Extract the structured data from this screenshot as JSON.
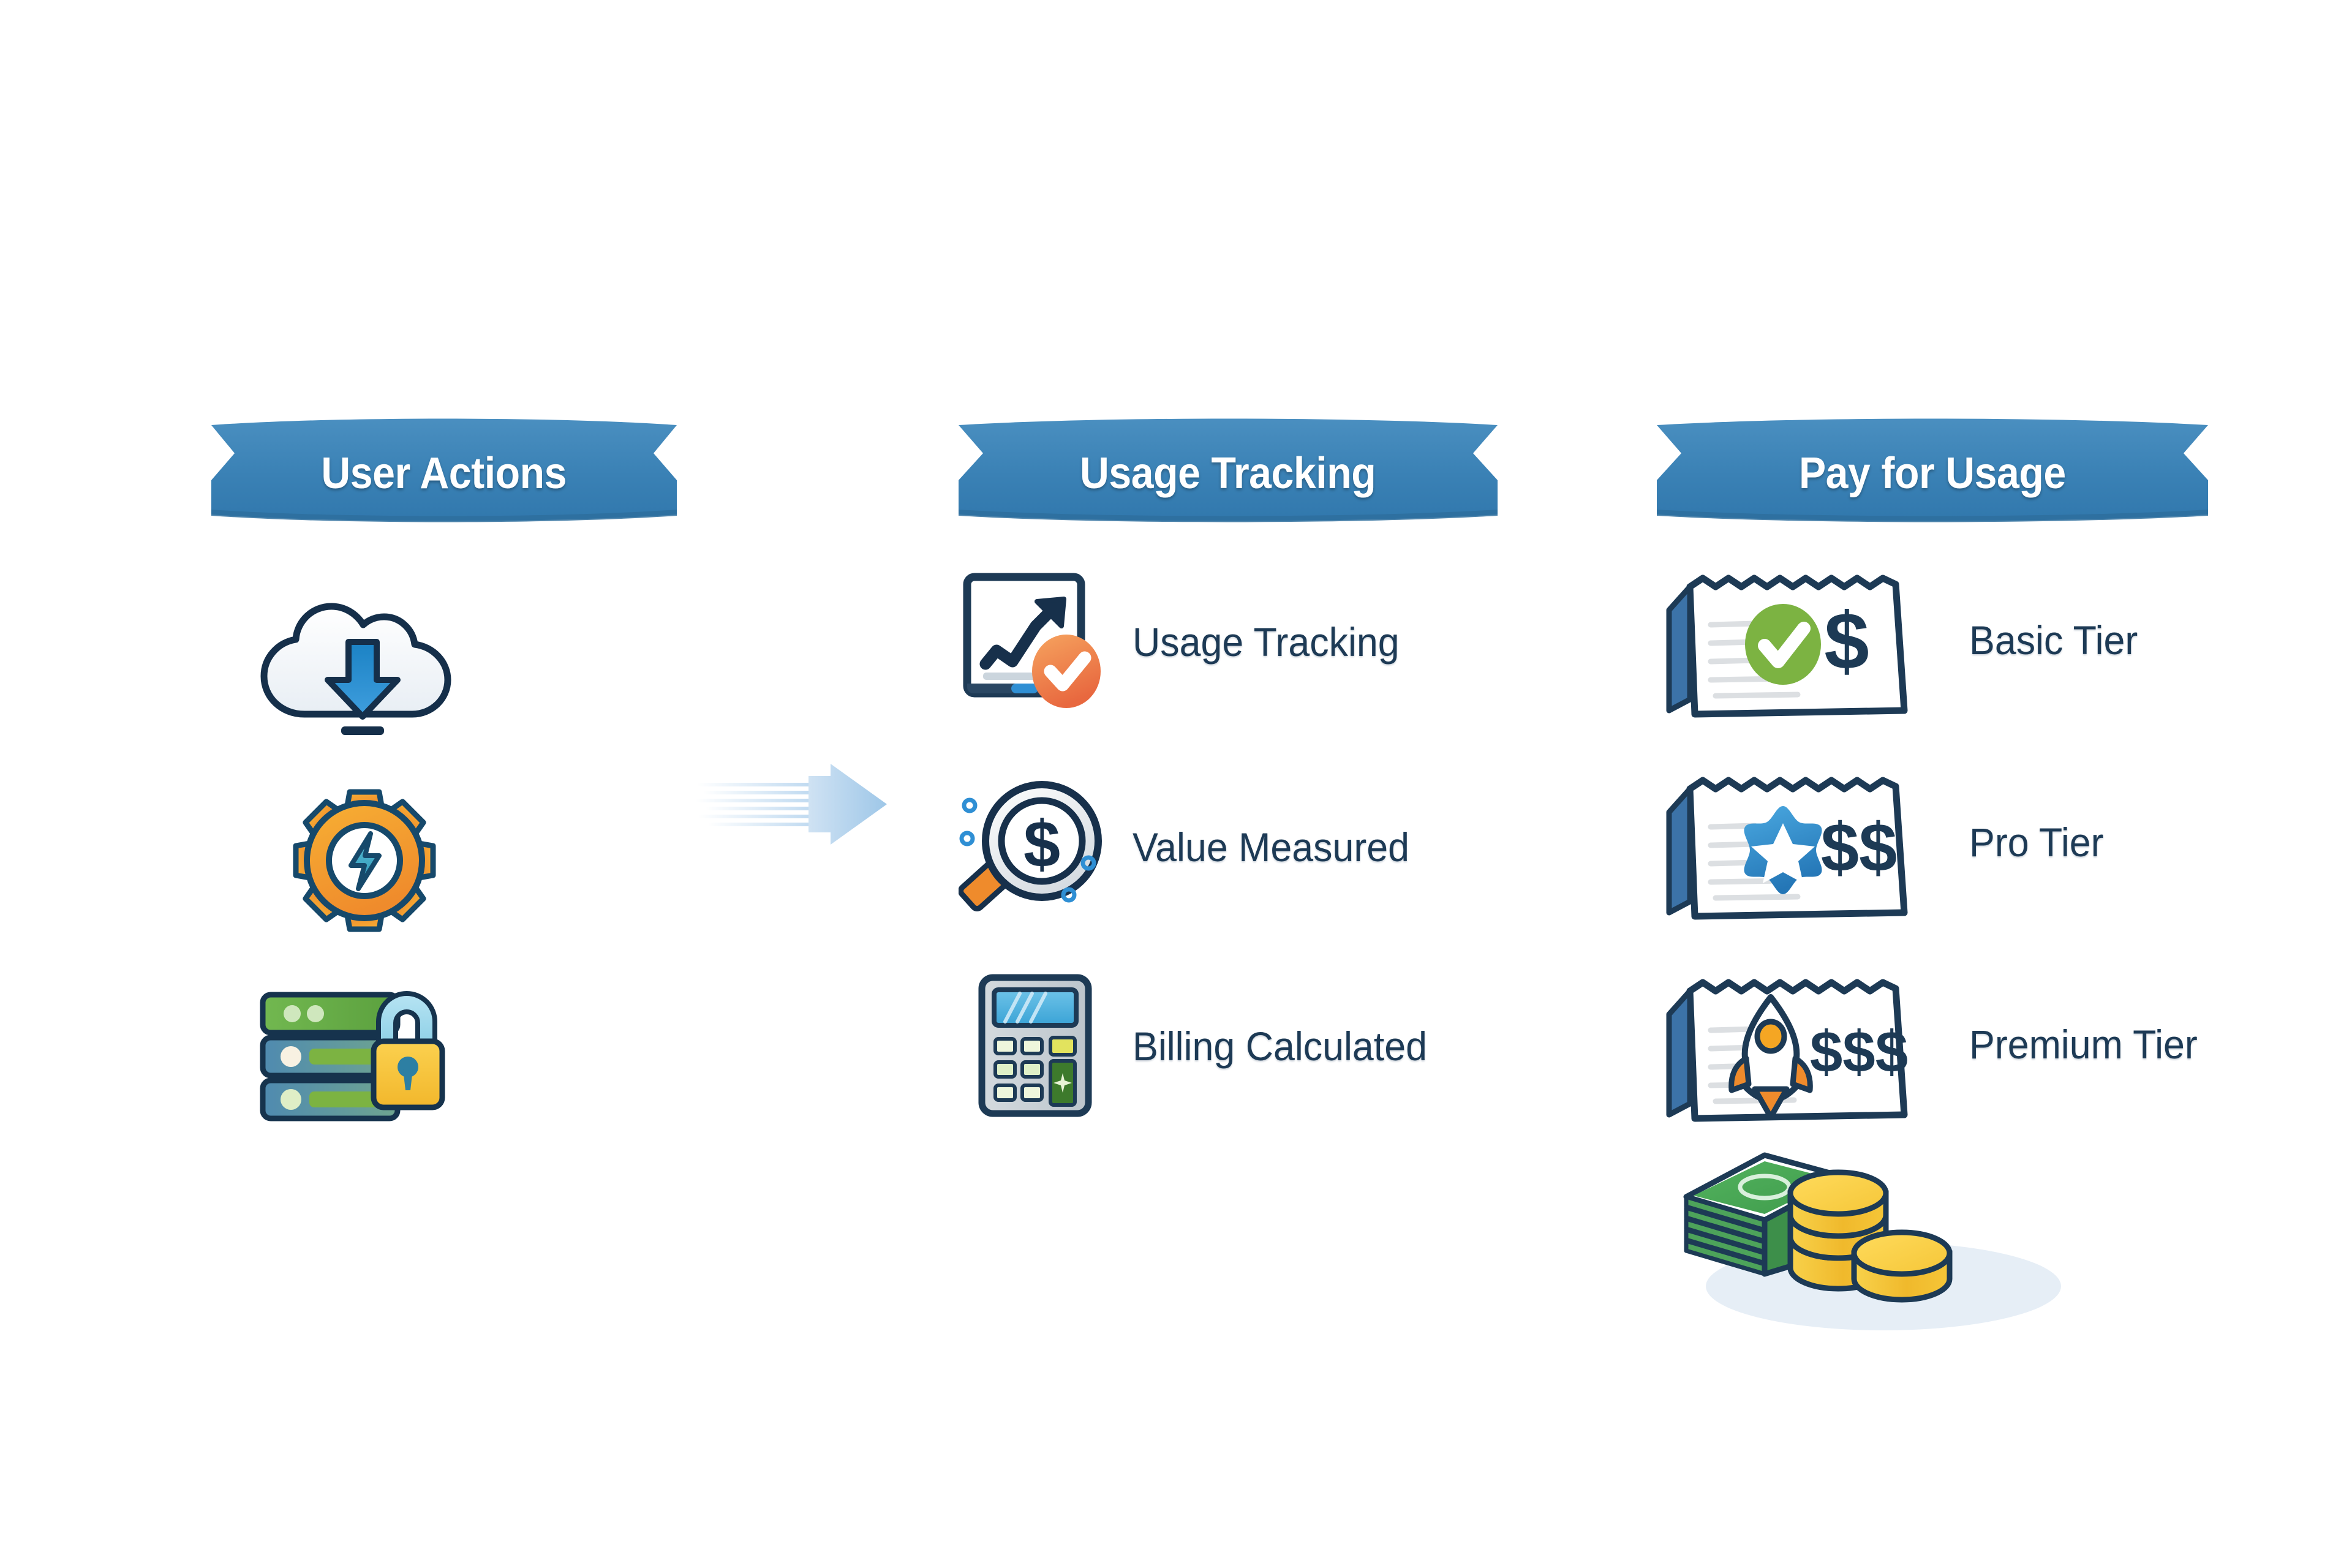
{
  "diagram": {
    "background_color": "#ffffff",
    "banner_color": "#3a81b5",
    "text_color": "#1d3a55",
    "accent_orange": "#ef8b2c",
    "accent_green": "#7cb342",
    "accent_blue": "#2f8fd4",
    "accent_gold": "#f5c638"
  },
  "columns": [
    {
      "id": "user-actions",
      "banner": "User Actions",
      "rows": [
        {
          "icon": "cloud-download-icon",
          "label": ""
        },
        {
          "icon": "gear-lightning-icon",
          "label": ""
        },
        {
          "icon": "server-lock-icon",
          "label": ""
        }
      ]
    },
    {
      "id": "usage-tracking",
      "banner": "Usage Tracking",
      "rows": [
        {
          "icon": "chart-monitor-check-icon",
          "label": "Usage Tracking"
        },
        {
          "icon": "magnifier-dollar-icon",
          "label": "Value Measured"
        },
        {
          "icon": "calculator-icon",
          "label": "Billing Calculated"
        }
      ]
    },
    {
      "id": "pay-for-usage",
      "banner": "Pay for Usage",
      "rows": [
        {
          "icon": "receipt-check-icon",
          "label": "Basic Tier",
          "price": "$"
        },
        {
          "icon": "receipt-star-icon",
          "label": "Pro Tier",
          "price": "$$"
        },
        {
          "icon": "receipt-rocket-icon",
          "label": "Premium Tier",
          "price": "$$$"
        }
      ]
    }
  ],
  "connector": {
    "icon": "flow-arrow-icon"
  },
  "footer_illustration": {
    "icon": "cash-and-coins-icon"
  }
}
